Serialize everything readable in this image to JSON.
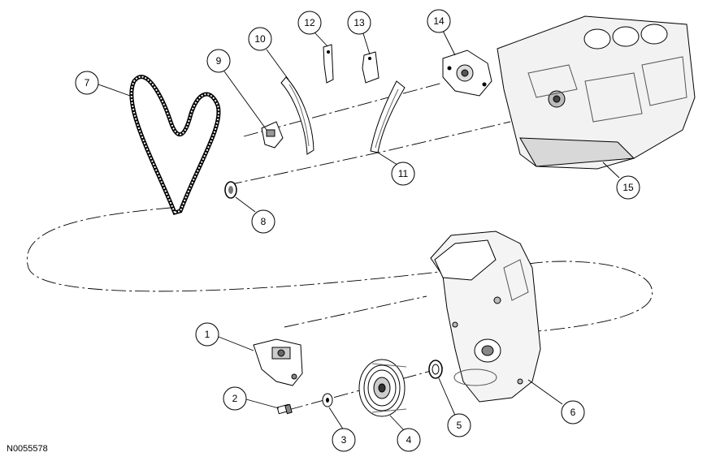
{
  "figure_id": "N0055578",
  "callouts": [
    "1",
    "2",
    "3",
    "4",
    "5",
    "6",
    "7",
    "8",
    "9",
    "10",
    "11",
    "12",
    "13",
    "14",
    "15"
  ]
}
